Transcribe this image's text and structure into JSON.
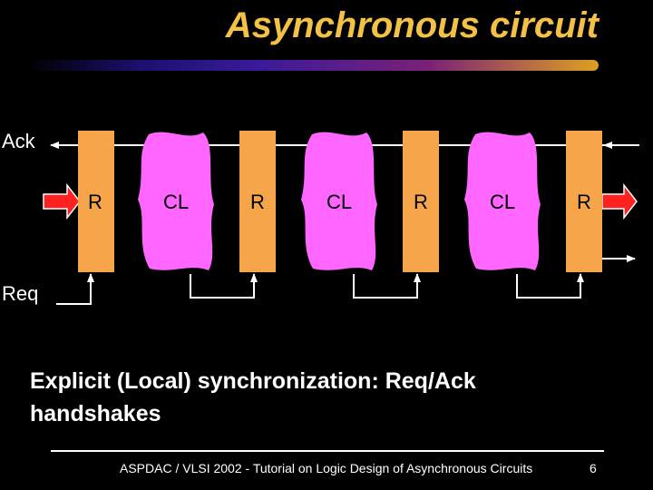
{
  "slide": {
    "title": "Asynchronous circuit",
    "ack_label": "Ack",
    "req_label": "Req",
    "bullet": "Explicit (Local) synchronization: Req/Ack handshakes",
    "footer": "ASPDAC / VLSI 2002 - Tutorial on Logic Design of Asynchronous Circuits",
    "page_number": "6"
  },
  "diagram": {
    "register_label": "R",
    "logic_label": "CL",
    "colors": {
      "register": "#f7a54b",
      "logic": "#ff66ff",
      "arrow": "#ff2020",
      "wire": "#ffffff"
    }
  }
}
